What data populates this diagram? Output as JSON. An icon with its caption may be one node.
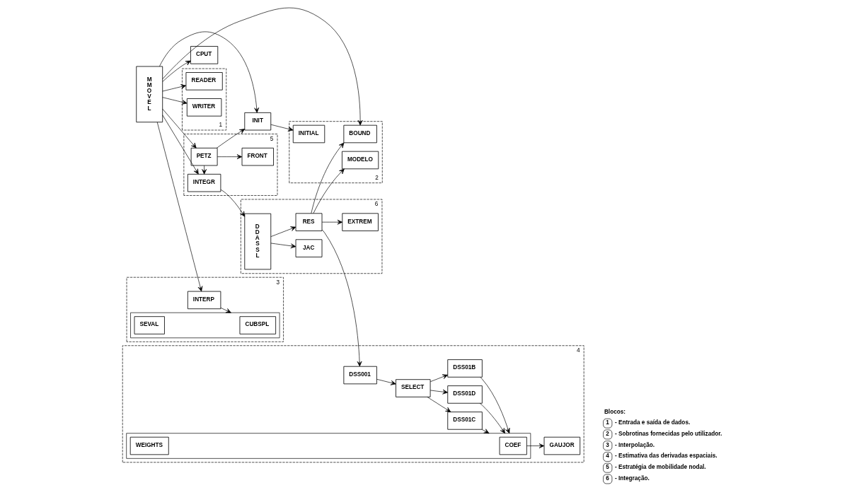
{
  "diagram": {
    "nodes": [
      {
        "text": [
          "CPUT"
        ]
      },
      {
        "text": [
          "M M O V E L"
        ]
      },
      {
        "text": [
          "1"
        ]
      },
      {
        "text": [
          "READER"
        ],
        "in": 2
      },
      {
        "text": [
          "WRITER"
        ],
        "in": 2
      },
      {
        "text": [
          "5"
        ]
      },
      {
        "text": [
          "INTEGR"
        ],
        "in": 5
      },
      {
        "text": [
          "PETZ"
        ],
        "in": 5
      },
      {
        "text": [
          "FRONT"
        ],
        "in": 5
      },
      {
        "text": [
          "INIT"
        ]
      },
      {
        "text": [
          "2"
        ]
      },
      {
        "text": [
          "INITIAL"
        ],
        "in": 10
      },
      {
        "text": [
          "BOUND"
        ],
        "in": 10
      },
      {
        "text": [
          "MODELO"
        ],
        "in": 10
      },
      {
        "text": [
          "3"
        ]
      },
      {
        "text": [
          "INTERP"
        ],
        "in": 14
      },
      {
        "text": [],
        "shape": "box",
        "in": 14
      },
      {
        "text": [
          "CUBSPL"
        ],
        "in": 16
      },
      {
        "text": [
          "SEVAL"
        ],
        "in": 16
      },
      {
        "text": [
          "6"
        ]
      },
      {
        "text": [
          "EXTREM"
        ],
        "in": 19
      },
      {
        "text": [
          "D D A S S L"
        ],
        "in": 19
      },
      {
        "text": [
          "JAC"
        ],
        "in": 19
      },
      {
        "text": [
          "RES"
        ],
        "in": 19
      },
      {
        "text": [
          "4"
        ]
      },
      {
        "text": [
          "DSS001"
        ],
        "in": 24
      },
      {
        "text": [
          "SELECT"
        ],
        "in": 24
      },
      {
        "text": [
          "DSS01B"
        ],
        "in": 24
      },
      {
        "text": [
          "DSS01C"
        ],
        "in": 24
      },
      {
        "text": [
          "DSS01D"
        ],
        "in": 24
      },
      {
        "text": [],
        "shape": "box",
        "in": 24
      },
      {
        "text": [
          "COEF"
        ],
        "in": 30
      },
      {
        "text": [
          "WEIGHTS"
        ],
        "in": 30
      },
      {
        "text": [
          "GAUJOR"
        ],
        "in": 24
      }
    ],
    "edges": [
      {
        "from": 1,
        "to": 0,
        "arrow": "to"
      },
      {
        "from": 1,
        "to": 3,
        "arrow": "to"
      },
      {
        "from": 1,
        "to": 4,
        "arrow": "to"
      },
      {
        "from": 1,
        "to": 6,
        "arrow": "to"
      },
      {
        "from": 1,
        "to": 7,
        "arrow": "to"
      },
      {
        "from": 1,
        "to": 9,
        "arrow": "to"
      },
      {
        "from": 1,
        "to": 12,
        "arrow": "to"
      },
      {
        "from": 1,
        "to": 15,
        "arrow": "to"
      },
      {
        "from": 7,
        "to": 6,
        "arrow": "to"
      },
      {
        "from": 7,
        "to": 8,
        "arrow": "to"
      },
      {
        "from": 7,
        "to": 9,
        "arrow": "to"
      },
      {
        "from": 9,
        "to": 11,
        "arrow": "to"
      },
      {
        "from": 6,
        "to": 21,
        "arrow": "to"
      },
      {
        "from": 21,
        "to": 22,
        "arrow": "to"
      },
      {
        "from": 21,
        "to": 23,
        "arrow": "to"
      },
      {
        "from": 23,
        "to": 20,
        "arrow": "to"
      },
      {
        "from": 23,
        "to": 12,
        "arrow": "to"
      },
      {
        "from": 23,
        "to": 13,
        "arrow": "to"
      },
      {
        "from": 23,
        "to": 25,
        "arrow": "to"
      },
      {
        "from": 15,
        "to": 16,
        "arrow": "to"
      },
      {
        "from": 25,
        "to": 26,
        "arrow": "to"
      },
      {
        "from": 26,
        "to": 27,
        "arrow": "to"
      },
      {
        "from": 26,
        "to": 28,
        "arrow": "to"
      },
      {
        "from": 26,
        "to": 29,
        "arrow": "to"
      },
      {
        "from": 27,
        "to": 30,
        "arrow": "to"
      },
      {
        "from": 28,
        "to": 30,
        "arrow": "to"
      },
      {
        "from": 29,
        "to": 30,
        "arrow": "to"
      },
      {
        "from": 31,
        "to": 33,
        "arrow": "to"
      }
    ],
    "labels": [
      "Blocos:",
      "1",
      "2",
      "3",
      "4",
      "5",
      "6"
    ],
    "legend": [
      {
        "text": "- Entrada e saída de dados."
      },
      {
        "text": "- Sobrotinas fornecidas pelo utilizador."
      },
      {
        "text": "- Interpolação."
      },
      {
        "text": "- Estimativa das derivadas espaciais."
      },
      {
        "text": "- Estratégia de mobilidade nodal."
      },
      {
        "text": "- Integração."
      }
    ]
  }
}
